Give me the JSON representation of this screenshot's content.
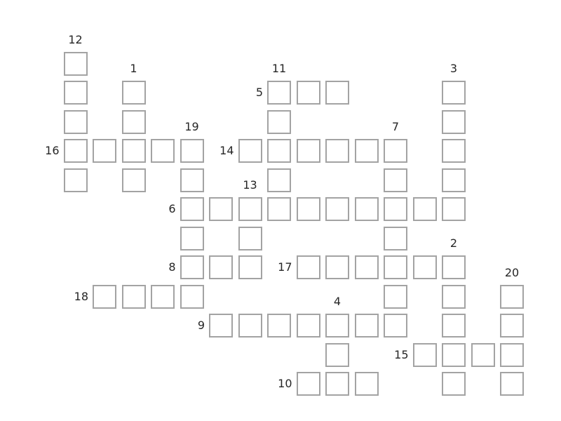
{
  "puzzle": {
    "rows": 14,
    "cols": 16,
    "words": [
      {
        "number": "1",
        "direction": "down",
        "row": 2,
        "col": 3,
        "length": 4
      },
      {
        "number": "2",
        "direction": "down",
        "row": 8,
        "col": 14,
        "length": 5
      },
      {
        "number": "3",
        "direction": "down",
        "row": 2,
        "col": 14,
        "length": 5
      },
      {
        "number": "4",
        "direction": "down",
        "row": 10,
        "col": 10,
        "length": 2
      },
      {
        "number": "5",
        "direction": "across",
        "row": 2,
        "col": 8,
        "length": 3
      },
      {
        "number": "6",
        "direction": "across",
        "row": 6,
        "col": 5,
        "length": 10
      },
      {
        "number": "7",
        "direction": "down",
        "row": 4,
        "col": 12,
        "length": 7
      },
      {
        "number": "8",
        "direction": "across",
        "row": 8,
        "col": 5,
        "length": 3
      },
      {
        "number": "9",
        "direction": "across",
        "row": 10,
        "col": 6,
        "length": 7
      },
      {
        "number": "10",
        "direction": "across",
        "row": 12,
        "col": 9,
        "length": 3
      },
      {
        "number": "11",
        "direction": "down",
        "row": 2,
        "col": 8,
        "length": 4
      },
      {
        "number": "12",
        "direction": "down",
        "row": 1,
        "col": 1,
        "length": 5
      },
      {
        "number": "13",
        "direction": "down",
        "row": 6,
        "col": 7,
        "length": 3
      },
      {
        "number": "14",
        "direction": "across",
        "row": 4,
        "col": 7,
        "length": 6
      },
      {
        "number": "15",
        "direction": "across",
        "row": 11,
        "col": 13,
        "length": 4
      },
      {
        "number": "16",
        "direction": "across",
        "row": 4,
        "col": 1,
        "length": 5
      },
      {
        "number": "17",
        "direction": "across",
        "row": 8,
        "col": 9,
        "length": 6
      },
      {
        "number": "18",
        "direction": "across",
        "row": 9,
        "col": 2,
        "length": 4
      },
      {
        "number": "19",
        "direction": "down",
        "row": 4,
        "col": 5,
        "length": 5
      },
      {
        "number": "20",
        "direction": "down",
        "row": 9,
        "col": 16,
        "length": 4
      }
    ]
  },
  "colors": {
    "cell_border": "#a3a3a3",
    "cell_fill": "#ffffff",
    "number_text": "#262626",
    "background": "#ffffff"
  }
}
